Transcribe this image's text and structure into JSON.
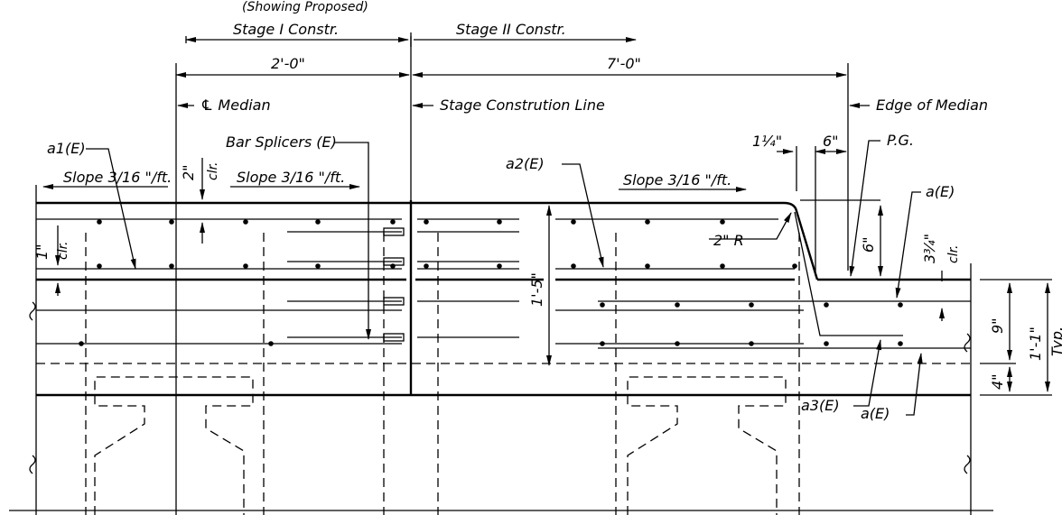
{
  "header": {
    "showing_proposed": "(Showing Proposed)"
  },
  "stages": {
    "stage1": "Stage I Constr.",
    "stage2": "Stage II Constr."
  },
  "dimensions": {
    "two_foot": "2'-0\"",
    "seven_foot": "7'-0\"",
    "one_five": "1'-5\"",
    "one_one": "1'-1\"",
    "typ": "Typ.",
    "nine": "9\"",
    "four": "4\"",
    "six_top": "6\"",
    "six_vert": "6\"",
    "one_quarter": "1¼\"",
    "two_clr": "2\"",
    "one_clr": "1\"",
    "three_three_quarter": "3¾\"",
    "clr": "clr.",
    "radius": "2\" R"
  },
  "labels": {
    "cl_median": "℄ Median",
    "stage_line": "Stage Constrution Line",
    "edge_median": "Edge of Median",
    "a1": "a1(E)",
    "bar_splicers": "Bar Splicers (E)",
    "a2": "a2(E)",
    "pg": "P.G.",
    "a_right": "a(E)",
    "a3": "a3(E)",
    "a_bottom": "a(E)",
    "slope_left": "Slope 3/16 \"/ft.",
    "slope_mid": "Slope 3/16 \"/ft.",
    "slope_right": "Slope 3/16 \"/ft."
  },
  "icons": [
    "centerline-symbol-icon",
    "break-line-icon",
    "arrowhead-icon"
  ]
}
